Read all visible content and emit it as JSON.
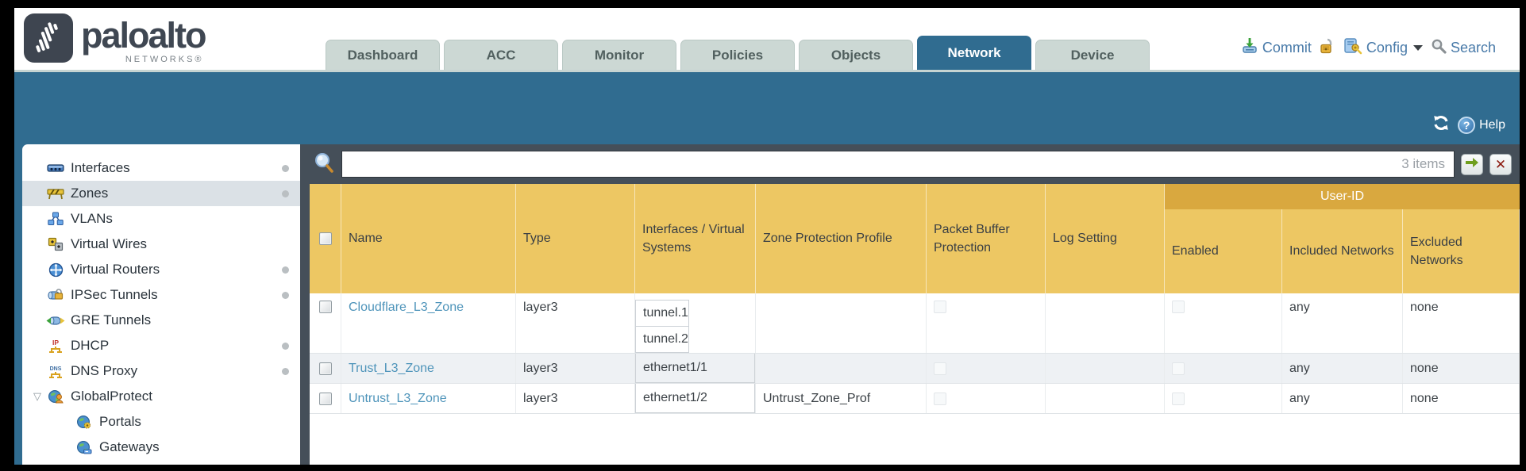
{
  "header": {
    "logo": {
      "brand": "paloalto",
      "sub": "NETWORKS®",
      "mark_icon": "paloalto-logo-icon",
      "mark_color": "#3e4550"
    },
    "tabs": [
      {
        "label": "Dashboard",
        "active": false
      },
      {
        "label": "ACC",
        "active": false
      },
      {
        "label": "Monitor",
        "active": false
      },
      {
        "label": "Policies",
        "active": false
      },
      {
        "label": "Objects",
        "active": false
      },
      {
        "label": "Network",
        "active": true
      },
      {
        "label": "Device",
        "active": false
      }
    ],
    "actions": {
      "commit_label": "Commit",
      "commit_icon": "commit-icon",
      "lock_icon": "unlocked-padlock-icon",
      "config_label": "Config",
      "config_icon": "config-icon",
      "search_label": "Search",
      "search_icon": "search-icon"
    },
    "active_tab_color": "#306c90"
  },
  "toolbar": {
    "refresh_icon": "refresh-icon",
    "help_icon": "help-icon",
    "help_label": "Help"
  },
  "sidebar": {
    "items": [
      {
        "label": "Interfaces",
        "icon": "interfaces-icon",
        "dot": true
      },
      {
        "label": "Zones",
        "icon": "zones-icon",
        "dot": true,
        "selected": true
      },
      {
        "label": "VLANs",
        "icon": "vlans-icon"
      },
      {
        "label": "Virtual Wires",
        "icon": "virtual-wires-icon"
      },
      {
        "label": "Virtual Routers",
        "icon": "virtual-routers-icon",
        "dot": true
      },
      {
        "label": "IPSec Tunnels",
        "icon": "ipsec-tunnels-icon",
        "dot": true
      },
      {
        "label": "GRE Tunnels",
        "icon": "gre-tunnels-icon"
      },
      {
        "label": "DHCP",
        "icon": "dhcp-icon",
        "dot": true
      },
      {
        "label": "DNS Proxy",
        "icon": "dns-proxy-icon",
        "dot": true
      },
      {
        "label": "GlobalProtect",
        "icon": "globalprotect-icon",
        "expander": true
      },
      {
        "label": "Portals",
        "icon": "portals-icon",
        "indent": true
      },
      {
        "label": "Gateways",
        "icon": "gateways-icon",
        "indent": true
      }
    ]
  },
  "filter": {
    "value": "",
    "placeholder": "",
    "count_label": "3 items",
    "magnifier_icon": "filter-magnifier-icon",
    "apply_icon": "apply-arrow-icon",
    "clear_icon": "clear-x-icon",
    "clear_glyph": "✕"
  },
  "table": {
    "group_header": "User-ID",
    "columns": [
      {
        "label": "Name"
      },
      {
        "label": "Type"
      },
      {
        "label": "Interfaces / Virtual Systems"
      },
      {
        "label": "Zone Protection Profile"
      },
      {
        "label": "Packet Buffer Protection"
      },
      {
        "label": "Log Setting"
      },
      {
        "label": "Enabled",
        "group": "User-ID"
      },
      {
        "label": "Included Networks",
        "group": "User-ID"
      },
      {
        "label": "Excluded Networks",
        "group": "User-ID"
      }
    ],
    "rows": [
      {
        "name": "Cloudflare_L3_Zone",
        "type": "layer3",
        "interfaces": [
          "tunnel.1",
          "tunnel.2"
        ],
        "zone_protection_profile": "",
        "packet_buffer_protection": false,
        "log_setting": "",
        "user_id_enabled": false,
        "included_networks": "any",
        "excluded_networks": "none"
      },
      {
        "name": "Trust_L3_Zone",
        "type": "layer3",
        "interfaces": [
          "ethernet1/1"
        ],
        "zone_protection_profile": "",
        "packet_buffer_protection": false,
        "log_setting": "",
        "user_id_enabled": false,
        "included_networks": "any",
        "excluded_networks": "none"
      },
      {
        "name": "Untrust_L3_Zone",
        "type": "layer3",
        "interfaces": [
          "ethernet1/2"
        ],
        "zone_protection_profile": "Untrust_Zone_Prof",
        "packet_buffer_protection": false,
        "log_setting": "",
        "user_id_enabled": false,
        "included_networks": "any",
        "excluded_networks": "none"
      }
    ]
  },
  "colors": {
    "band_teal": "#306c90",
    "toolbar_dark": "#454f59",
    "table_header_gold": "#edc763",
    "group_header_gold": "#d9a83f",
    "link_blue": "#4e94ba",
    "header_link_blue": "#4779a8",
    "alt_row": "#eef1f4",
    "selected_nav": "#dbe1e6"
  }
}
